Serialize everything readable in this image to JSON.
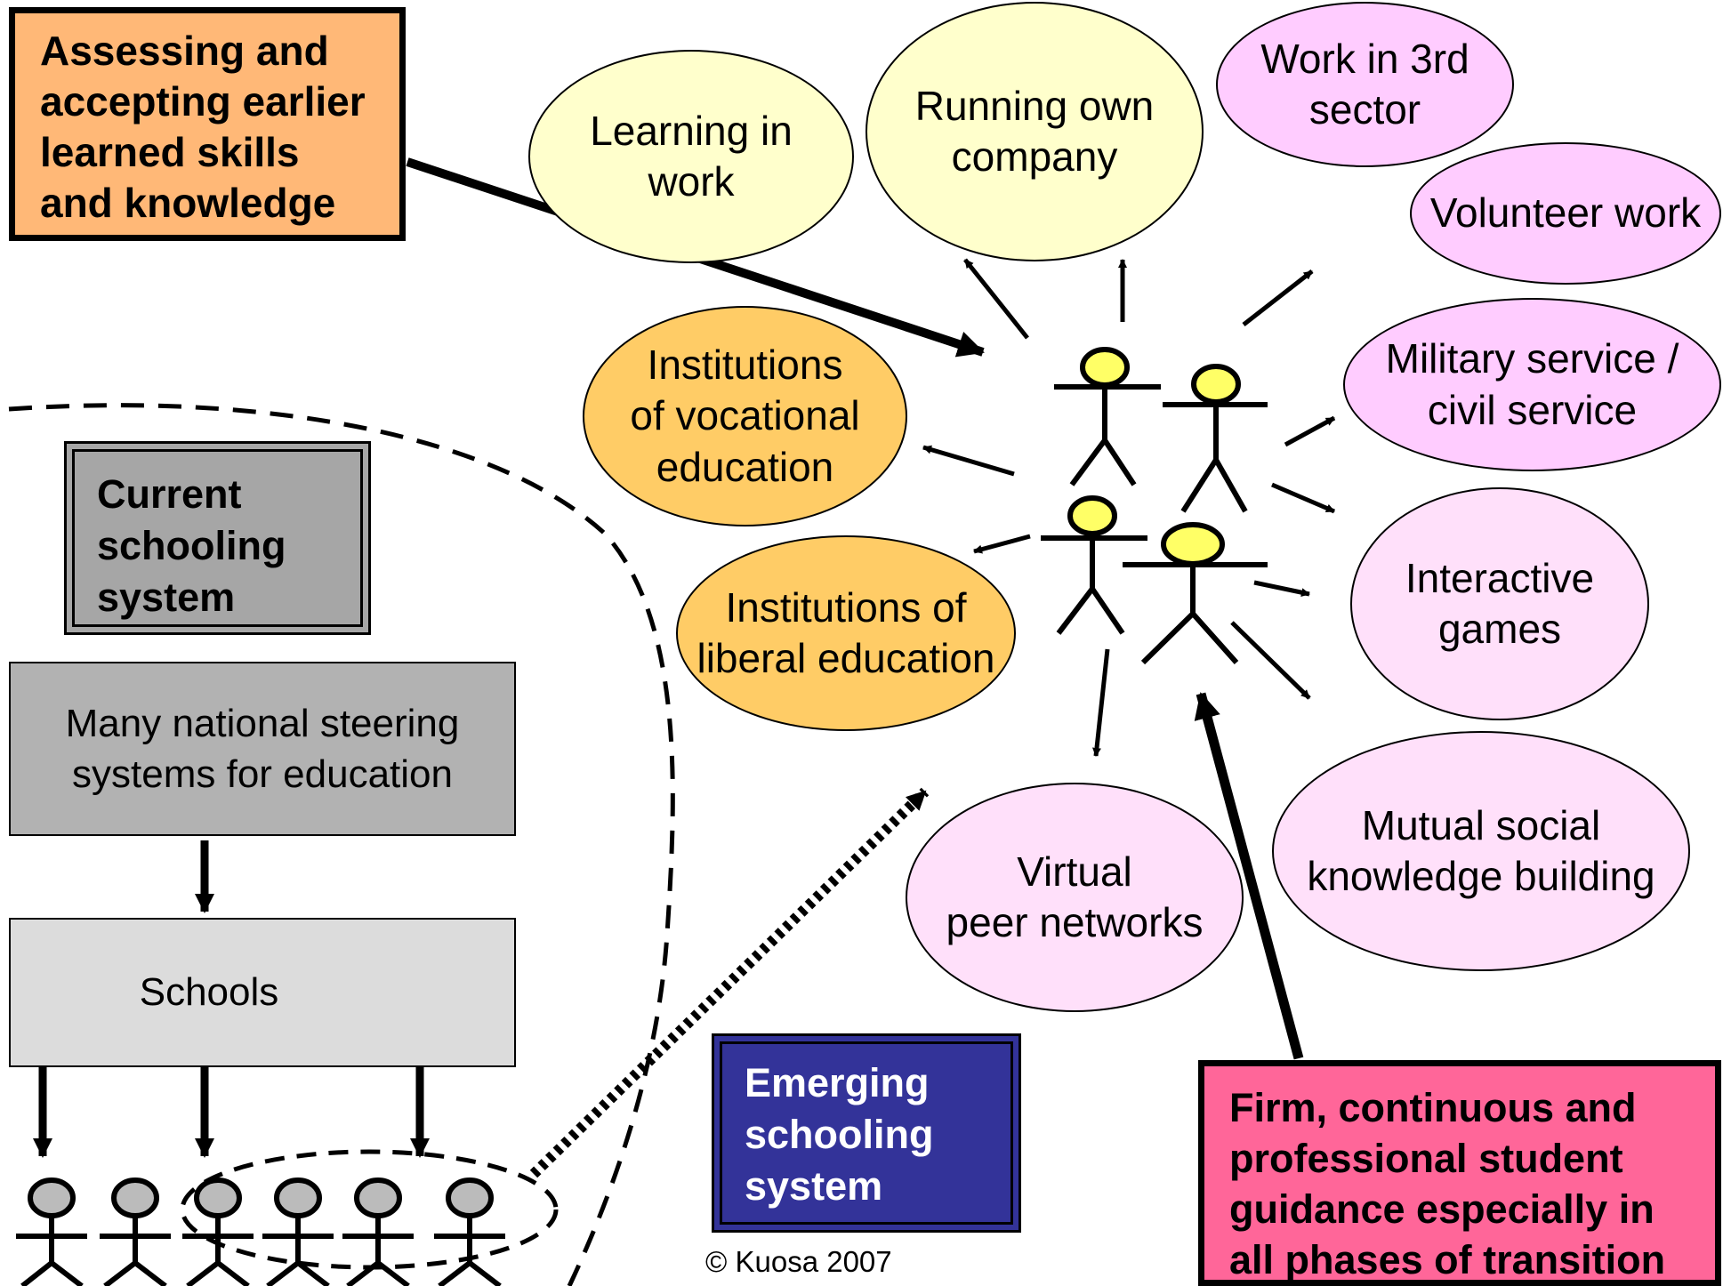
{
  "boxes": {
    "assessing": "Assessing and\naccepting earlier\nlearned skills\nand knowledge",
    "current": "Current\nschooling\nsystem",
    "national": "Many national steering\nsystems for education",
    "schools": "Schools",
    "emerging": "Emerging\nschooling\nsystem",
    "guidance": "Firm, continuous and\nprofessional student\nguidance especially in\nall phases of transition"
  },
  "ellipses": {
    "learning_in_work": "Learning in\nwork",
    "running_own_company": "Running own\ncompany",
    "work_3rd_sector": "Work in 3rd\nsector",
    "volunteer_work": "Volunteer work",
    "military_service": "Military service /\ncivil service",
    "vocational": "Institutions\nof vocational\neducation",
    "liberal": "Institutions of\nliberal education",
    "interactive_games": "Interactive\ngames",
    "virtual_peer": "Virtual\npeer networks",
    "mutual_social": "Mutual social\nknowledge building"
  },
  "copyright": "© Kuosa 2007",
  "colors": {
    "assessing_fill": "#ffb877",
    "current_fill": "#a6a6a6",
    "national_fill": "#b2b2b2",
    "schools_fill": "#dcdcdc",
    "emerging_fill": "#333399",
    "guidance_fill": "#ff6699",
    "figure_head_yellow": "#ffff66",
    "figure_head_grey": "#bbbbbb"
  }
}
